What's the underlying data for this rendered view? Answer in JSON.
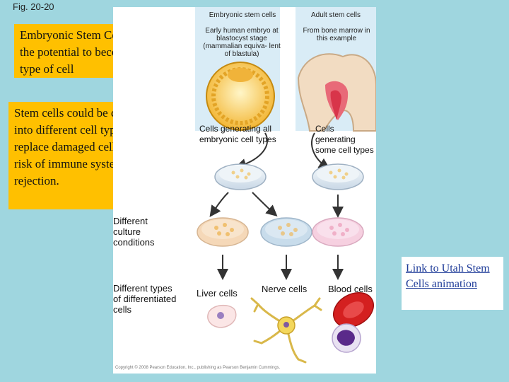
{
  "figure_label": "Fig. 20-20",
  "left_text": {
    "box1": "Embryonic Stem Cells have the potential to become any type of cell",
    "box2": "Stem cells could be converted into different cell types to replace damaged cells without risk of immune system rejection."
  },
  "diagram": {
    "col_embryonic_header": "Embryonic stem cells",
    "col_adult_header": "Adult stem cells",
    "embryo_caption": "Early human embryo at blastocyst stage (mammalian equiva- lent of blastula)",
    "marrow_caption": "From bone marrow in this example",
    "emb_generating": "Cells generating all embryonic cell types",
    "adult_generating": "Cells generating some cell types",
    "culture_conditions": "Different culture conditions",
    "differentiated": "Different types of differentiated cells",
    "liver": "Liver cells",
    "nerve": "Nerve cells",
    "blood": "Blood cells",
    "copyright": "Copyright © 2008 Pearson Education, Inc., publishing as Pearson Benjamin Cummings."
  },
  "link_text": "Link to Utah Stem Cells animation",
  "colors": {
    "background": "#9fd6df",
    "highlight_box": "#ffc000",
    "link": "#1f3c99"
  }
}
